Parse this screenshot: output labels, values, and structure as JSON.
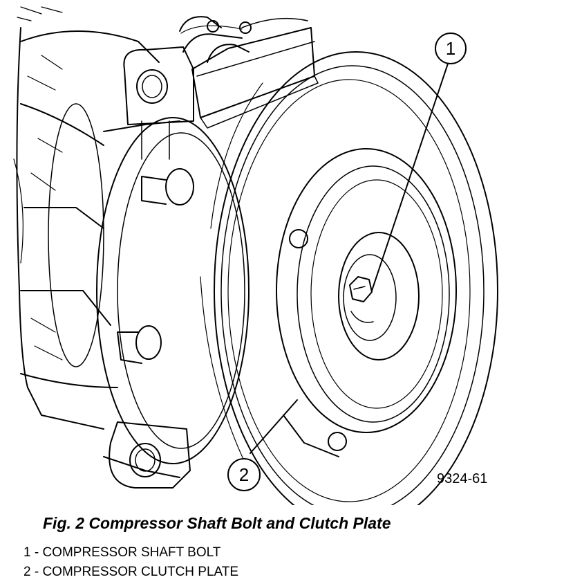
{
  "figure": {
    "reference_number": "9324-61",
    "callouts": [
      {
        "number": "1"
      },
      {
        "number": "2"
      }
    ]
  },
  "caption": "Fig. 2 Compressor Shaft Bolt and Clutch Plate",
  "legend": [
    {
      "text": "1 - COMPRESSOR SHAFT BOLT"
    },
    {
      "text": "2 - COMPRESSOR CLUTCH PLATE"
    }
  ],
  "colors": {
    "ink": "#000000",
    "paper": "#ffffff"
  }
}
